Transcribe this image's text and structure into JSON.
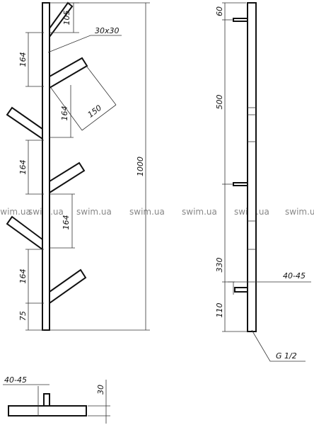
{
  "front_view": {
    "dims": {
      "top": "105",
      "section": "30x30",
      "pitch1": "164",
      "arm_pitch": "164",
      "arm_length": "150",
      "pitch2": "164",
      "pitch3": "164",
      "pitch4": "164",
      "bottom": "75",
      "height": "1000"
    }
  },
  "side_view": {
    "dims": {
      "top": "60",
      "span": "500",
      "gap": "330",
      "standoff": "40-45",
      "bottom": "110",
      "thread": "G 1/2"
    }
  },
  "bottom_view": {
    "dims": {
      "standoff": "40-45",
      "thickness": "30"
    }
  },
  "watermark": "swim.ua"
}
